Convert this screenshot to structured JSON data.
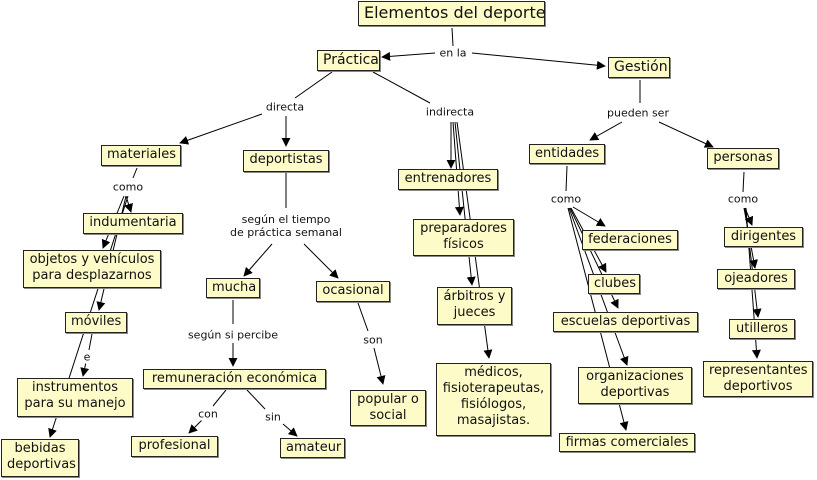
{
  "title": "Elementos del deporte",
  "colors": {
    "node_fill": "#fdfcc8",
    "node_border": "#222222",
    "line": "#000000"
  },
  "nodes": {
    "root": "Elementos del deporte",
    "practica": "Práctica",
    "gestion": "Gestión",
    "materiales": "materiales",
    "deportistas": "deportistas",
    "indumentaria": "indumentaria",
    "objetos": "objetos y vehículos\npara desplazarnos",
    "moviles": "móviles",
    "instrumentos": "instrumentos\npara su manejo",
    "bebidas": "bebidas\ndeportivas",
    "mucha": "mucha",
    "ocasional": "ocasional",
    "remuneracion": "remuneración económica",
    "profesional": "profesional",
    "amateur": "amateur",
    "popular": "popular o\nsocial",
    "entrenadores": "entrenadores",
    "preparadores": "preparadores\nfísicos",
    "arbitros": "árbitros y\njueces",
    "medicos": "médicos,\nfisioterapeutas,\nfisiólogos,\nmasajistas.",
    "entidades": "entidades",
    "personas": "personas",
    "federaciones": "federaciones",
    "clubes": "clubes",
    "escuelas": "escuelas deportivas",
    "organizaciones": "organizaciones\ndeportivas",
    "firmas": "firmas comerciales",
    "dirigentes": "dirigentes",
    "ojeadores": "ojeadores",
    "utilleros": "utilleros",
    "representantes": "representantes\ndeportivos"
  },
  "link_labels": {
    "en_la": "en la",
    "directa": "directa",
    "indirecta": "indirecta",
    "pueden_ser": "pueden ser",
    "como_materiales": "como",
    "segun_tiempo": "según el tiempo\nde práctica semanal",
    "e": "e",
    "segun_percibe": "según si percibe",
    "con": "con",
    "sin": "sin",
    "son": "son",
    "como_entidades": "como",
    "como_personas": "como"
  }
}
